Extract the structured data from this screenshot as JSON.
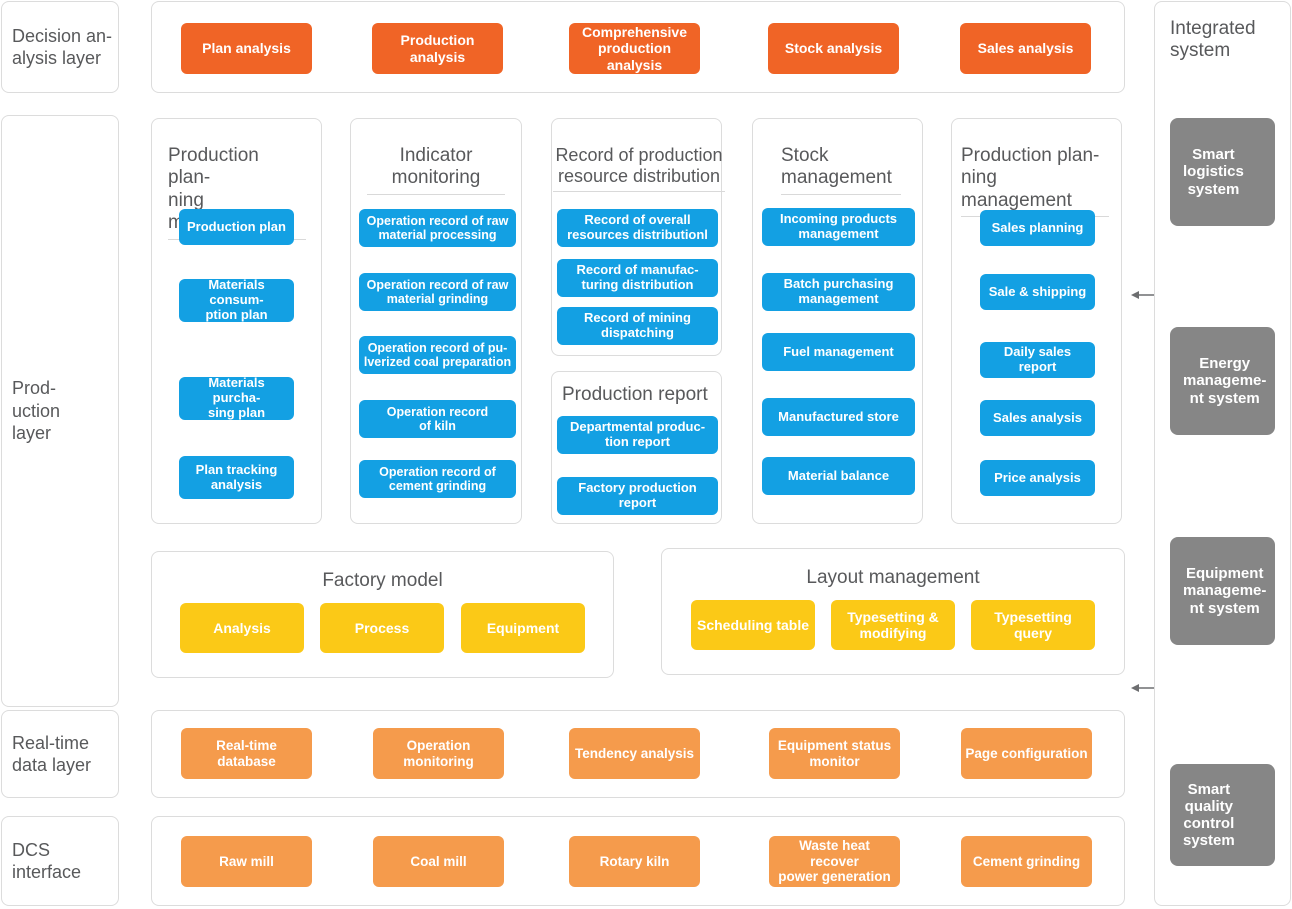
{
  "colors": {
    "orange": "#f06426",
    "blue": "#13a0e3",
    "yellow": "#fbc917",
    "light_orange": "#f59b4c",
    "gray": "#868686",
    "border": "#dcdcdc",
    "text": "#58595b"
  },
  "layers": {
    "decision": "Decision an-\nalysis  layer",
    "production": "Prod-\nuction\nlayer",
    "realtime": "Real-time\ndata layer",
    "dcs": "DCS\ninterface"
  },
  "decision_analysis": {
    "items": [
      "Plan analysis",
      "Production analysis",
      "Comprehensive\nproduction analysis",
      "Stock analysis",
      "Sales analysis"
    ]
  },
  "production_layer": {
    "columns": [
      {
        "title": "Production plan-\nning management",
        "underline": true,
        "items": [
          "Production plan",
          "Materials consum-\nption plan",
          "Materials purcha-\nsing plan",
          "Plan tracking\nanalysis"
        ]
      },
      {
        "title": "Indicator\nmonitoring",
        "underline": true,
        "items": [
          "Operation record of raw\nmaterial processing",
          "Operation record of raw\nmaterial grinding",
          "Operation record of pu-\nlverized coal preparation",
          "Operation record\nof kiln",
          "Operation record of\ncement grinding"
        ]
      },
      {
        "title": "Record of production\nresource distribution",
        "underline": true,
        "items": [
          "Record of overall\nresources distributionl",
          "Record of manufac-\nturing distribution",
          "Record of mining\ndispatching"
        ]
      },
      {
        "title": "Stock\nmanagement",
        "underline": true,
        "items": [
          "Incoming products\nmanagement",
          "Batch purchasing\nmanagement",
          "Fuel management",
          "Manufactured store",
          "Material balance"
        ]
      },
      {
        "title": "Production plan-\nning management",
        "underline": true,
        "items": [
          "Sales planning",
          "Sale & shipping",
          "Daily sales report",
          "Sales analysis",
          "Price analysis"
        ]
      }
    ],
    "production_report": {
      "title": "Production report",
      "underline": false,
      "items": [
        "Departmental produc-\ntion report",
        "Factory production\nreport"
      ]
    },
    "factory_model": {
      "title": "Factory model",
      "items": [
        "Analysis",
        "Process",
        "Equipment"
      ]
    },
    "layout_management": {
      "title": "Layout management",
      "items": [
        "Scheduling table",
        "Typesetting &\nmodifying",
        "Typesetting query"
      ]
    }
  },
  "realtime_layer": {
    "items": [
      "Real-time database",
      "Operation monitoring",
      "Tendency analysis",
      "Equipment status\nmonitor",
      "Page configuration"
    ]
  },
  "dcs_layer": {
    "items": [
      "Raw mill",
      "Coal mill",
      "Rotary kiln",
      "Waste heat recover\npower generation",
      "Cement grinding"
    ]
  },
  "integrated_system": {
    "title": "Integrated\nsystem",
    "items": [
      "Smart\nlogistics\nsystem",
      "Energy\nmanageme-\nnt system",
      "Equipment\nmanageme-\nnt system",
      "Smart\nquality\ncontrol\nsystem"
    ]
  },
  "arrows": [
    {
      "name": "arrow-left-upper",
      "direction": "left"
    },
    {
      "name": "arrow-left-lower",
      "direction": "left"
    }
  ]
}
